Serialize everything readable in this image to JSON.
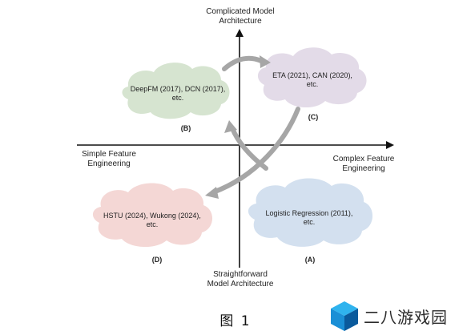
{
  "diagram": {
    "axes": {
      "top": [
        "Complicated Model",
        "Architecture"
      ],
      "bottom": [
        "Straightforward",
        "Model Architecture"
      ],
      "left": [
        "Simple Feature",
        "Engineering"
      ],
      "right": [
        "Complex Feature",
        "Engineering"
      ]
    },
    "quadrants": {
      "B": {
        "letter": "(B)",
        "lines": [
          "DeepFM (2017), DCN (2017),",
          "etc."
        ],
        "color": "#d6e4d0"
      },
      "C": {
        "letter": "(C)",
        "lines": [
          "ETA (2021), CAN (2020),",
          "etc."
        ],
        "color": "#e3dbe8"
      },
      "D": {
        "letter": "(D)",
        "lines": [
          "HSTU (2024), Wukong (2024),",
          "etc."
        ],
        "color": "#f4d7d5"
      },
      "A": {
        "letter": "(A)",
        "lines": [
          "Logistic Regression (2011),",
          "etc."
        ],
        "color": "#d3e0ef"
      }
    },
    "arrow_color": "#a6a6a6"
  },
  "caption": "图 1",
  "watermark": {
    "text": "二八游戏园",
    "logo_colors": [
      "#1a8fd6",
      "#2fb3ee",
      "#0a5a9c"
    ]
  }
}
